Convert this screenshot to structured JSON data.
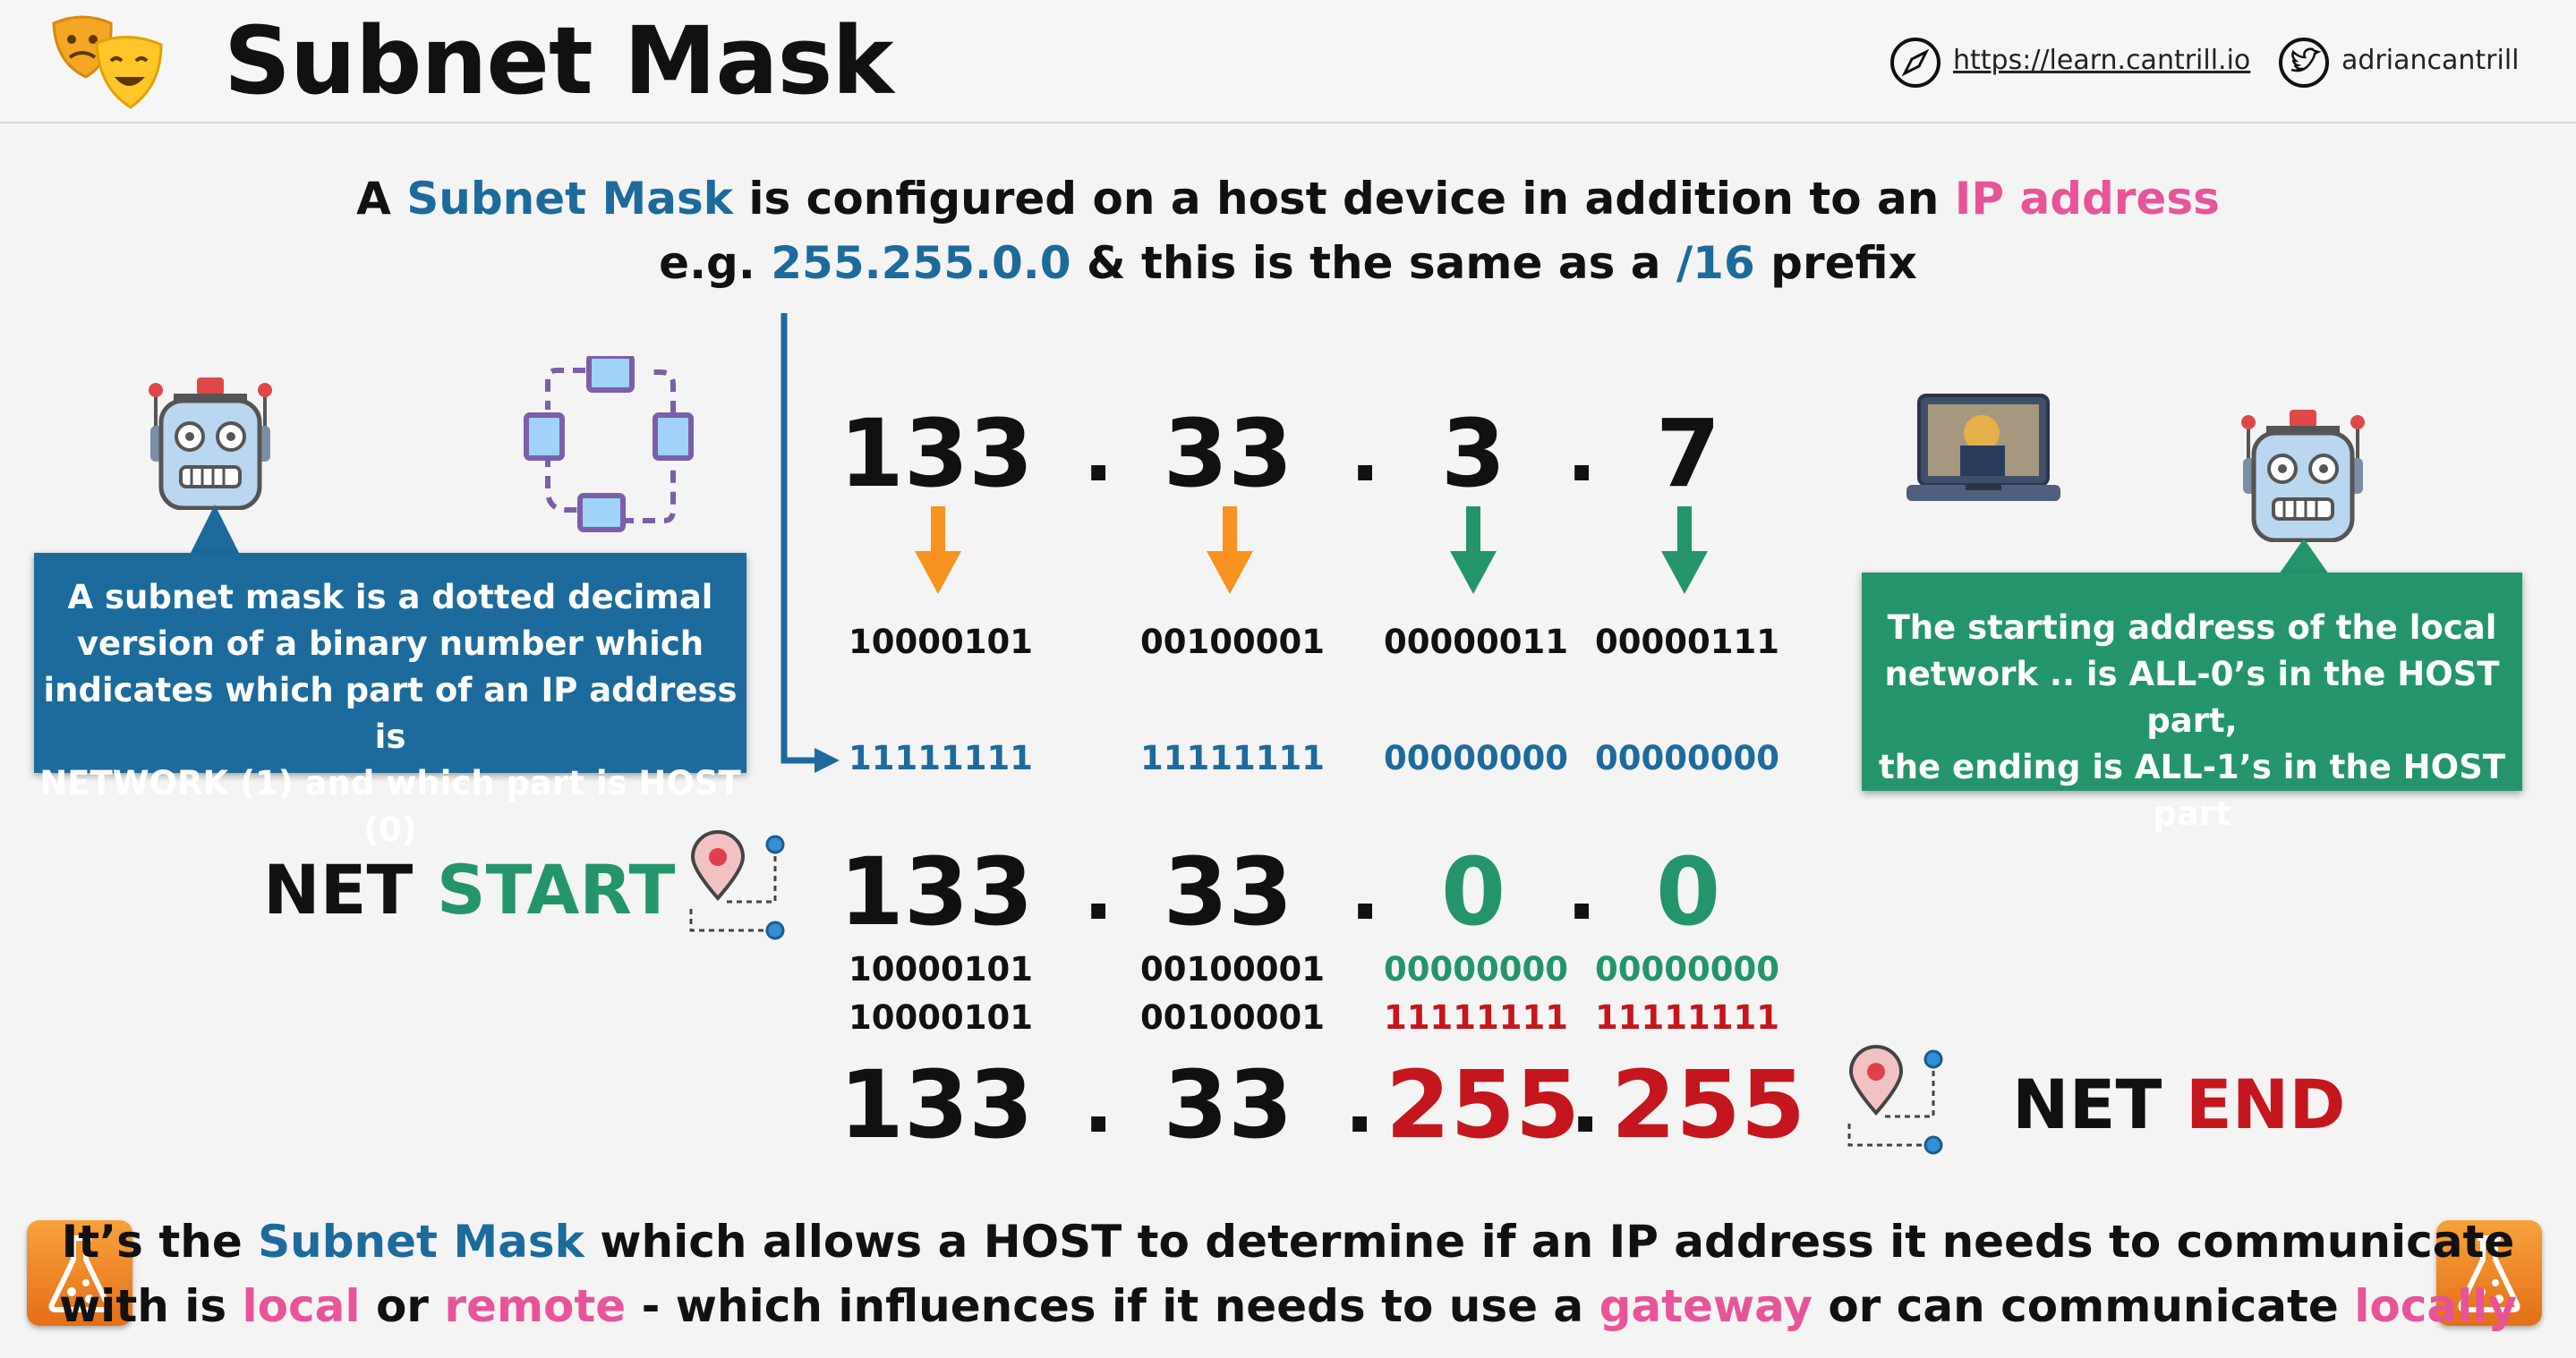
{
  "header": {
    "title": "Subnet Mask",
    "link_text": "https://learn.cantrill.io",
    "twitter_handle": "adriancantrill"
  },
  "intro": {
    "line1": [
      "A ",
      "Subnet Mask",
      " is configured on a host device in addition to an ",
      "IP address"
    ],
    "line2": [
      "e.g. ",
      "255.255.0.0",
      " & this is the same as a ",
      "/16",
      " prefix"
    ]
  },
  "ip": {
    "octets": [
      "133",
      "33",
      "3",
      "7"
    ],
    "binary": [
      "10000101",
      "00100001",
      "00000011",
      "00000111"
    ],
    "mask_binary": [
      "11111111",
      "11111111",
      "00000000",
      "00000000"
    ]
  },
  "left_callout": {
    "lines": [
      "A subnet mask is a dotted decimal",
      "version of a binary number which",
      "indicates which part of an IP address is",
      "NETWORK (1) and which part is HOST (0)"
    ]
  },
  "right_callout": {
    "lines": [
      "The starting address of the local",
      "network .. is ALL-0’s in the HOST part,",
      "the ending is ALL-1’s in the HOST part"
    ]
  },
  "net_start": {
    "label_a": "NET",
    "label_b": "START",
    "octets": [
      "133",
      "33",
      "0",
      "0"
    ],
    "binary": [
      "10000101",
      "00100001",
      "00000000",
      "00000000"
    ]
  },
  "net_end": {
    "label_a": "NET",
    "label_b": "END",
    "binary": [
      "10000101",
      "00100001",
      "11111111",
      "11111111"
    ],
    "octets": [
      "133",
      "33",
      "255",
      "255"
    ]
  },
  "dot": ".",
  "footer": {
    "line1": [
      "It’s the ",
      "Subnet Mask",
      " which allows a HOST to determine if an IP address it needs to communicate"
    ],
    "line2": [
      "with is ",
      "local",
      " or ",
      "remote",
      " - which influences if it needs to use a ",
      "gateway",
      " or can communicate ",
      "locally"
    ]
  },
  "colors": {
    "blue": "#1c6b9c",
    "pink": "#e8549a",
    "green": "#24956b",
    "red": "#c4161c",
    "orange": "#f7931e"
  }
}
